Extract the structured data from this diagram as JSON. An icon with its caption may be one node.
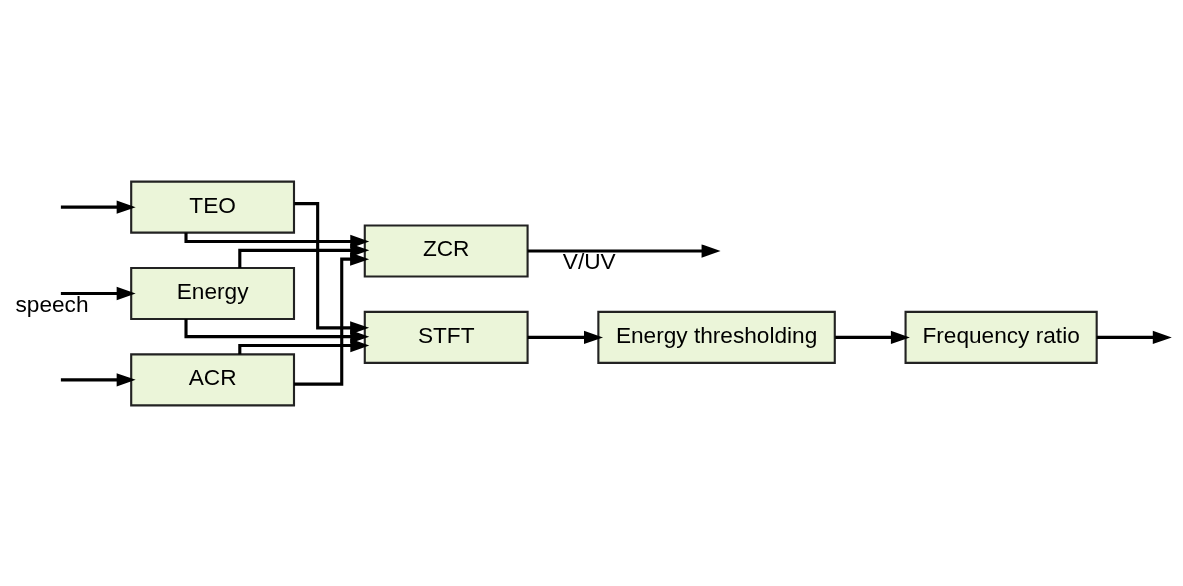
{
  "diagram": {
    "nodes": [
      {
        "text": [
          "TEO"
        ]
      },
      {
        "text": [
          "Energy"
        ]
      },
      {
        "text": [
          "ACR"
        ]
      },
      {
        "text": [
          "ZCR"
        ]
      },
      {
        "text": [
          "STFT"
        ]
      },
      {
        "text": [
          "Energy thresholding"
        ]
      },
      {
        "text": [
          "Frequency ratio"
        ]
      }
    ],
    "edges": [
      {
        "from": null,
        "to": 0,
        "arrow": "to"
      },
      {
        "from": null,
        "to": 1,
        "arrow": "to",
        "label": "speech"
      },
      {
        "from": null,
        "to": 2,
        "arrow": "to"
      },
      {
        "from": 0,
        "to": 3,
        "arrow": "to"
      },
      {
        "from": 0,
        "to": 4,
        "arrow": "to"
      },
      {
        "from": 1,
        "to": 3,
        "arrow": "to"
      },
      {
        "from": 1,
        "to": 4,
        "arrow": "to"
      },
      {
        "from": 2,
        "to": 3,
        "arrow": "to"
      },
      {
        "from": 2,
        "to": 4,
        "arrow": "to"
      },
      {
        "from": 4,
        "to": 5,
        "arrow": "to"
      },
      {
        "from": 5,
        "to": 6,
        "arrow": "to"
      },
      {
        "from": 3,
        "to": null,
        "arrow": "to",
        "label": "V/UV"
      },
      {
        "from": 6,
        "to": null,
        "arrow": "to"
      }
    ]
  }
}
